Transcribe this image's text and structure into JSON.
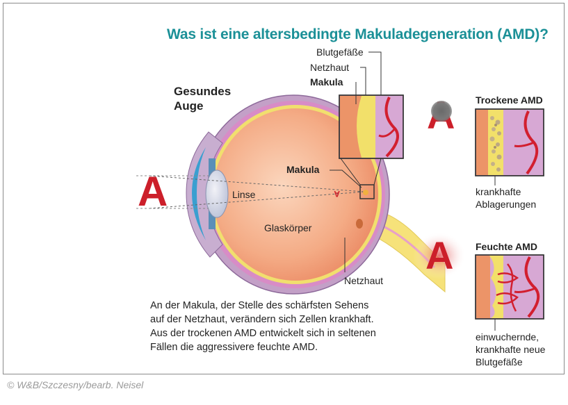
{
  "title": "Was ist eine altersbedingte Makuladegeneration (AMD)?",
  "healthy_eye_line1": "Gesundes",
  "healthy_eye_line2": "Auge",
  "labels": {
    "blutgefaesse": "Blutgefäße",
    "netzhaut_top": "Netzhaut",
    "makula_top": "Makula",
    "makula": "Makula",
    "linse": "Linse",
    "glaskoerper": "Glaskörper",
    "netzhaut_bottom": "Netzhaut"
  },
  "dry_amd": {
    "title": "Trockene AMD",
    "caption_line1": "krankhafte",
    "caption_line2": "Ablagerungen"
  },
  "wet_amd": {
    "title": "Feuchte AMD",
    "caption_line1": "einwuchernde,",
    "caption_line2": "krankhafte neue",
    "caption_line3": "Blutgefäße"
  },
  "letter": "A",
  "caption": {
    "line1": "An der Makula, der Stelle des schärfsten Sehens",
    "line2": "auf der Netzhaut, verändern sich Zellen krankhaft.",
    "line3": "Aus der trockenen AMD entwickelt sich in seltenen",
    "line4": "Fällen die aggressivere feuchte AMD."
  },
  "copyright": "© W&B/Szczesny/bearb. Neisel",
  "colors": {
    "title": "#1b9097",
    "letter_red": "#cc1f2a",
    "eye_orange": "#f2a37e",
    "sclera_purple": "#b98fbf",
    "retina_yellow": "#f3e36a",
    "vessel_red": "#d21f2f",
    "choroid_pink": "#d98cc8"
  }
}
